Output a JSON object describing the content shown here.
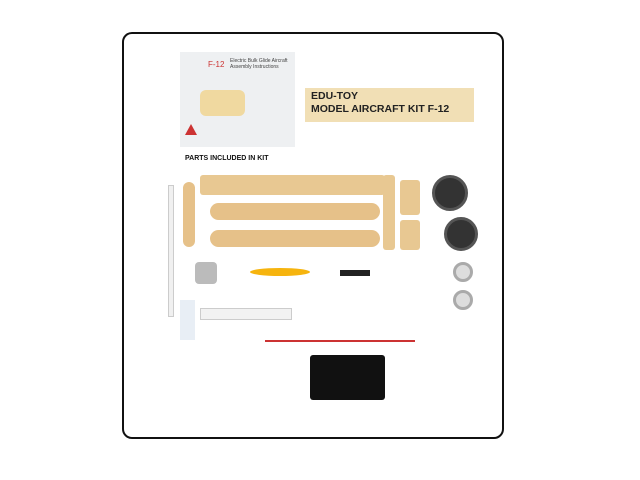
{
  "manual": {
    "heading": "F-12",
    "subtitle": "Electric Bulk Glide Aircraft Assembly Instructions"
  },
  "product_title": {
    "line1": "EDU-TOY",
    "line2": "MODEL AIRCRAFT KIT F-12"
  },
  "parts_label": "PARTS INCLUDED IN KIT",
  "colors": {
    "label_bg": "#f1dfb5",
    "wood": "#e8c892",
    "border": "#111111"
  }
}
